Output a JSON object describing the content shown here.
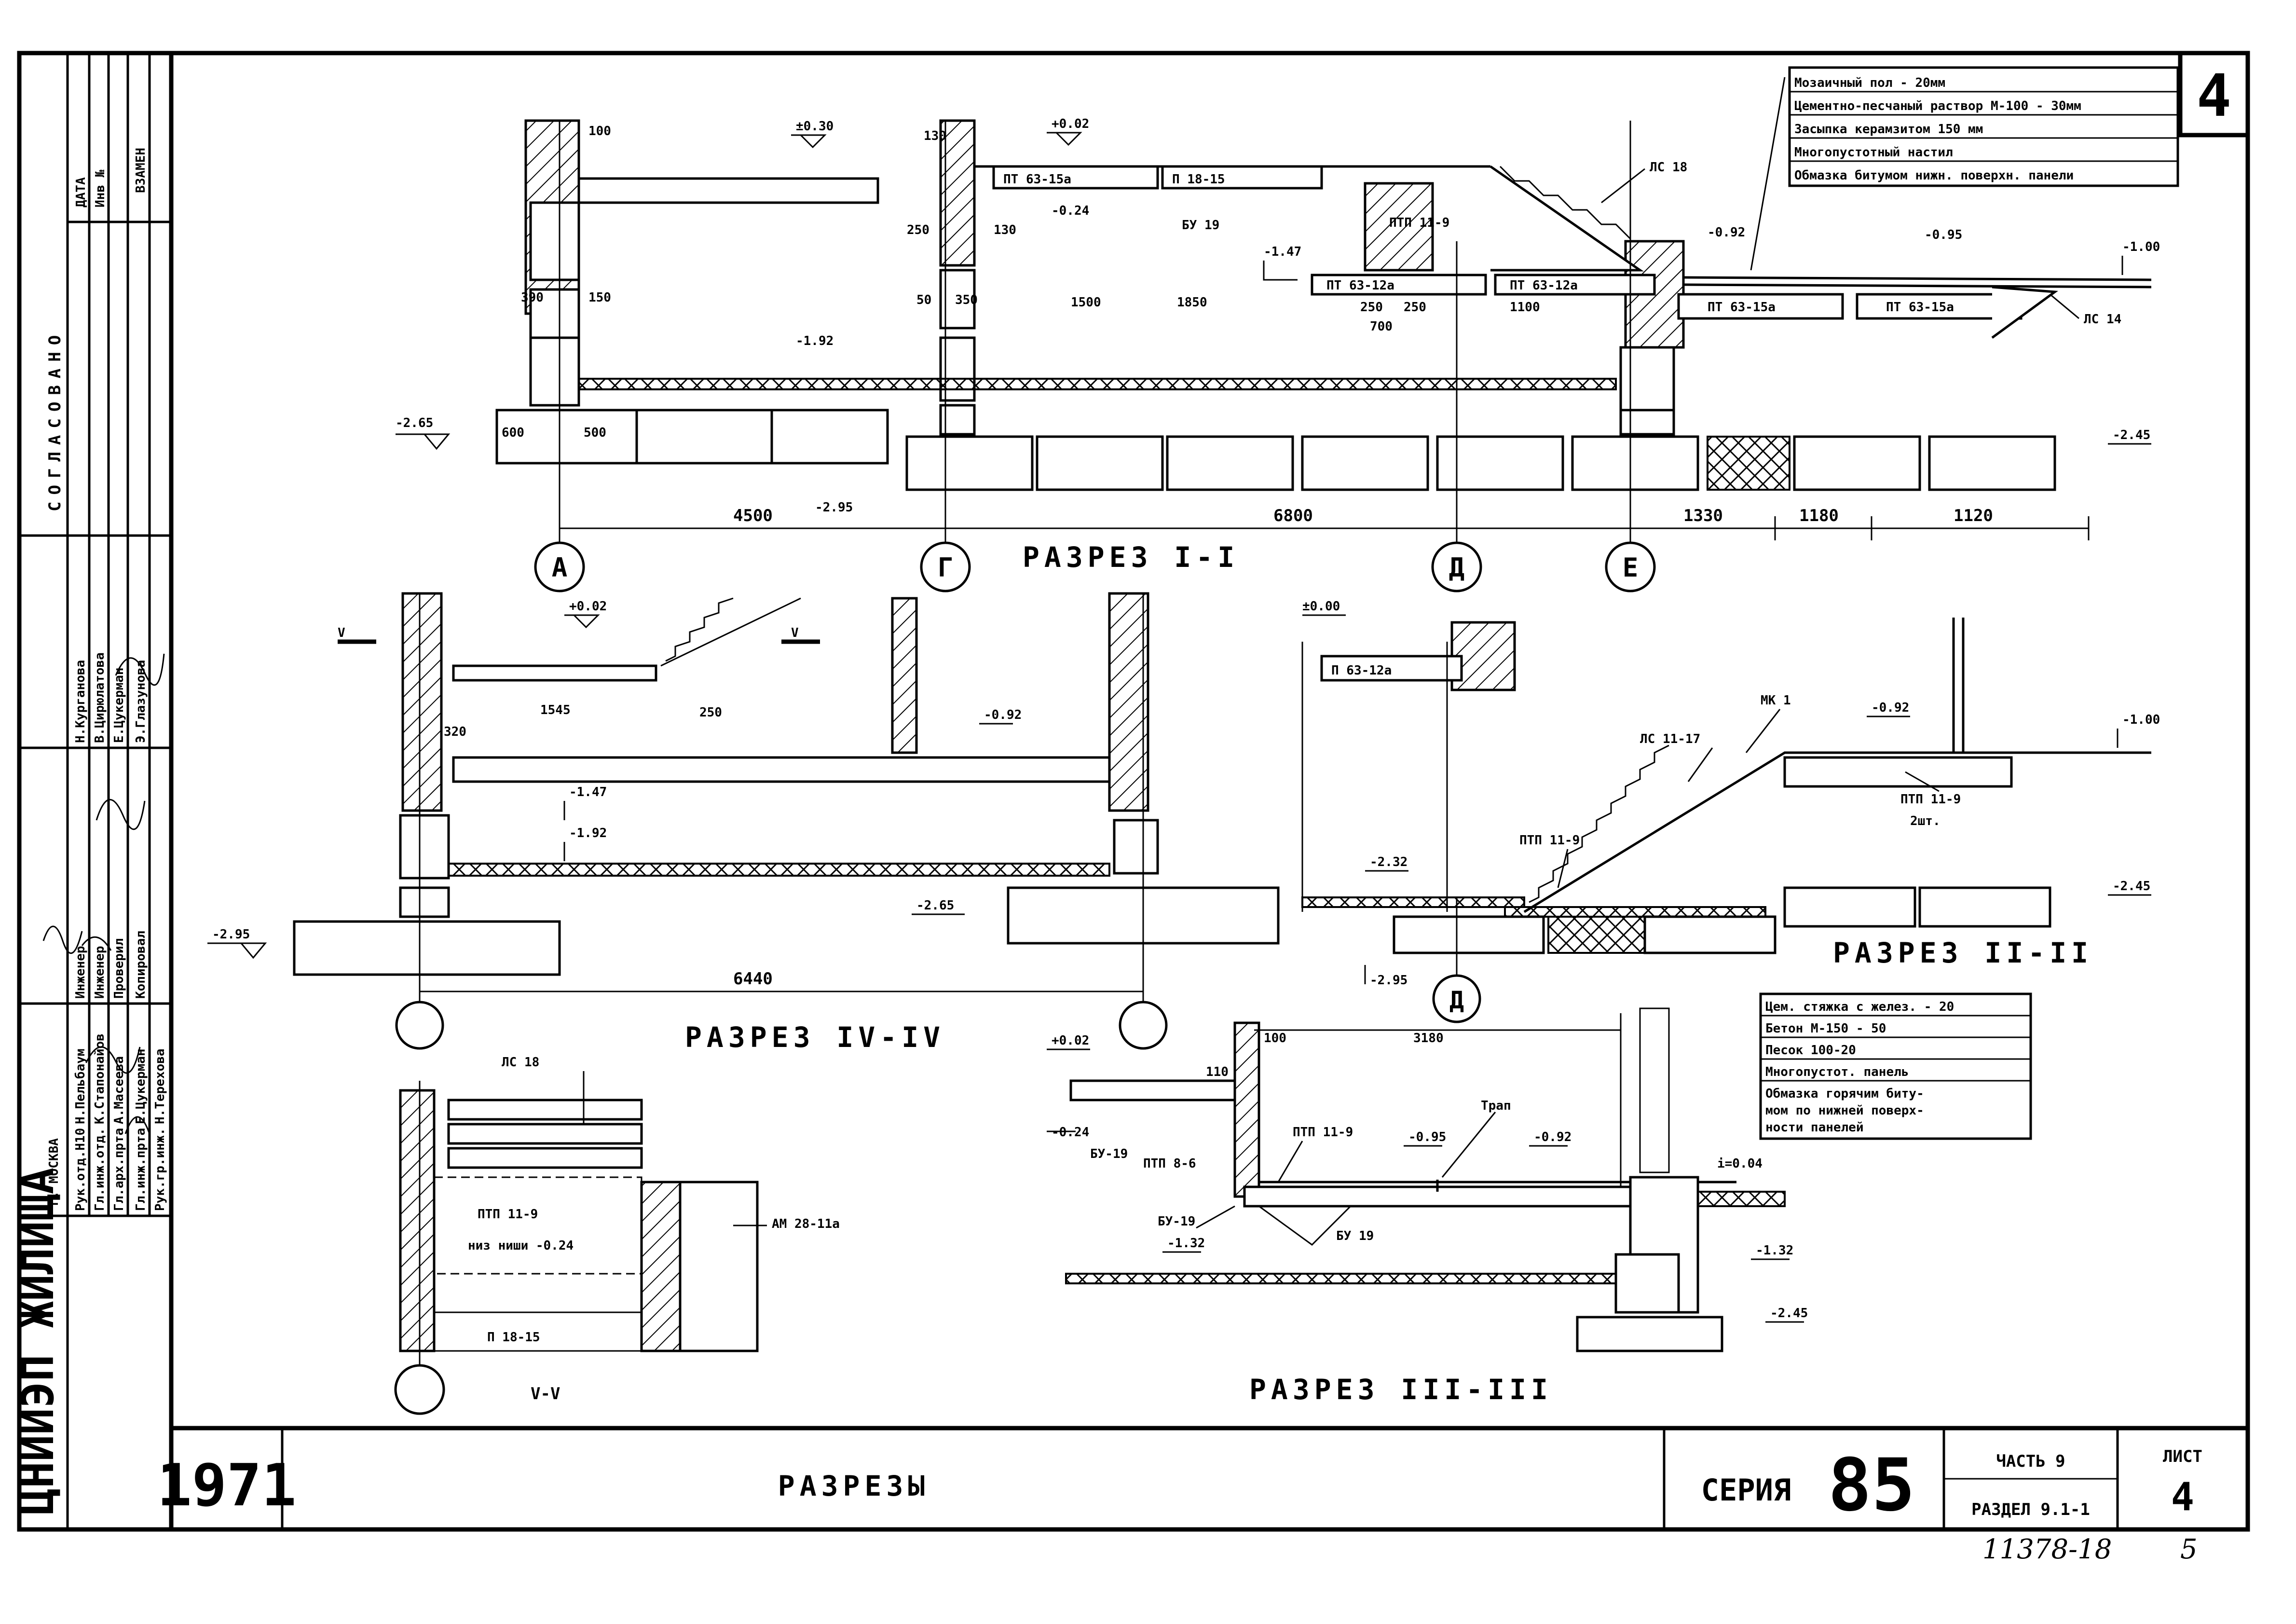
{
  "sheet": {
    "corner_number": "4",
    "stamp": {
      "left_header": [
        "ДАТА",
        "Инв №",
        "ВЗАМЕН"
      ],
      "approval": "СОГЛАСОВАНО",
      "roles": [
        "Рук.отд.Н10",
        "Гл.инж.отд.",
        "Гл.арх.прта",
        "Гл.инж.прта",
        "Рук.гр.инж."
      ],
      "names": [
        "Н.Пельбаум",
        "К.Стапонайов",
        "А.Масеева",
        "Е.Цукерман",
        "Н.Терехова"
      ],
      "positions": [
        "Инженер",
        "Инженер",
        "Проверил",
        "Копировал"
      ],
      "positions_names": [
        "Н.Курганова",
        "В.Цирюлатова",
        "Е.Цукерман",
        "Э.Глазунова"
      ],
      "institute": "ЦНИИЭП ЖИЛИЩА",
      "city": "г. МОСКВА"
    },
    "title_block": {
      "year": "1971",
      "title": "РАЗРЕЗЫ",
      "series_label": "СЕРИЯ",
      "series_number": "85",
      "part": "ЧАСТЬ 9",
      "section": "РАЗДЕЛ 9.1-1",
      "sheet_label": "ЛИСТ",
      "sheet_number": "4"
    },
    "footer_code": "11378-18",
    "footer_page": "5"
  },
  "section_1_1": {
    "title": "РАЗРЕЗ I-I",
    "layers": [
      "Мозаичный пол - 20мм",
      "Цементно-песчаный раствор М-100 - 30мм",
      "Засыпка керамзитом 150 мм",
      "Многопустотный настил",
      "Обмазка битумом нижн. поверхн. панели"
    ],
    "marks": [
      "±0.30",
      "+0.02",
      "-0.24",
      "-1.47",
      "-1.92",
      "-0.92",
      "-0.95",
      "-1.00",
      "-2.65",
      "-2.95",
      "-2.45"
    ],
    "panels": [
      "ПТ 63-15а",
      "П 18-15",
      "БУ 19",
      "ПТП 11-9",
      "ПТ 63-12а",
      "ПТ 63-12а",
      "ПТ 63-15а",
      "ПТ 63-15а",
      "ЛС 18",
      "ЛС 14"
    ],
    "dims": [
      "100",
      "130",
      "250",
      "130",
      "390",
      "150",
      "50",
      "350",
      "1500",
      "1850",
      "250",
      "250",
      "700",
      "1100",
      "600",
      "500",
      "4500",
      "6800",
      "1330",
      "1180",
      "1120"
    ],
    "axes": [
      "А",
      "Г",
      "Д",
      "Е"
    ]
  },
  "section_4_4": {
    "title": "РАЗРЕЗ IV-IV",
    "cut": "V",
    "marks": [
      "+0.02",
      "-0.92",
      "-1.47",
      "-1.92",
      "-2.65",
      "-2.95"
    ],
    "dims": [
      "1545",
      "250",
      "320",
      "6440"
    ]
  },
  "section_2_2": {
    "title": "РАЗРЕЗ II-II",
    "marks": [
      "±0.00",
      "-0.92",
      "-1.00",
      "-2.32",
      "-2.95",
      "-2.45"
    ],
    "labels": [
      "П 63-12а",
      "МК 1",
      "ЛС 11-17",
      "ПТП 11-9",
      "ПТП 11-9",
      "2шт."
    ],
    "axis": "Д"
  },
  "section_v_v": {
    "title": "V-V",
    "labels": [
      "ЛС 18",
      "ПТП 11-9",
      "низ ниши -0.24",
      "АМ 28-11а",
      "П 18-15"
    ]
  },
  "section_3_3": {
    "title": "РАЗРЕЗ III-III",
    "layers": [
      "Цем. стяжка с желез. - 20",
      "Бетон М-150 - 50",
      "Песок 100-20",
      "Многопустот. панель",
      "Обмазка горячим биту-",
      "мом по нижней поверх-",
      "ности панелей"
    ],
    "marks": [
      "+0.02",
      "-0.24",
      "-0.95",
      "-0.92",
      "-1.32",
      "-1.32",
      "-2.45",
      "i=0.04"
    ],
    "labels": [
      "100",
      "110",
      "3180",
      "Трап",
      "БУ-19",
      "ПТП 8-6",
      "ПТП 11-9",
      "БУ-19",
      "БУ 19"
    ]
  }
}
